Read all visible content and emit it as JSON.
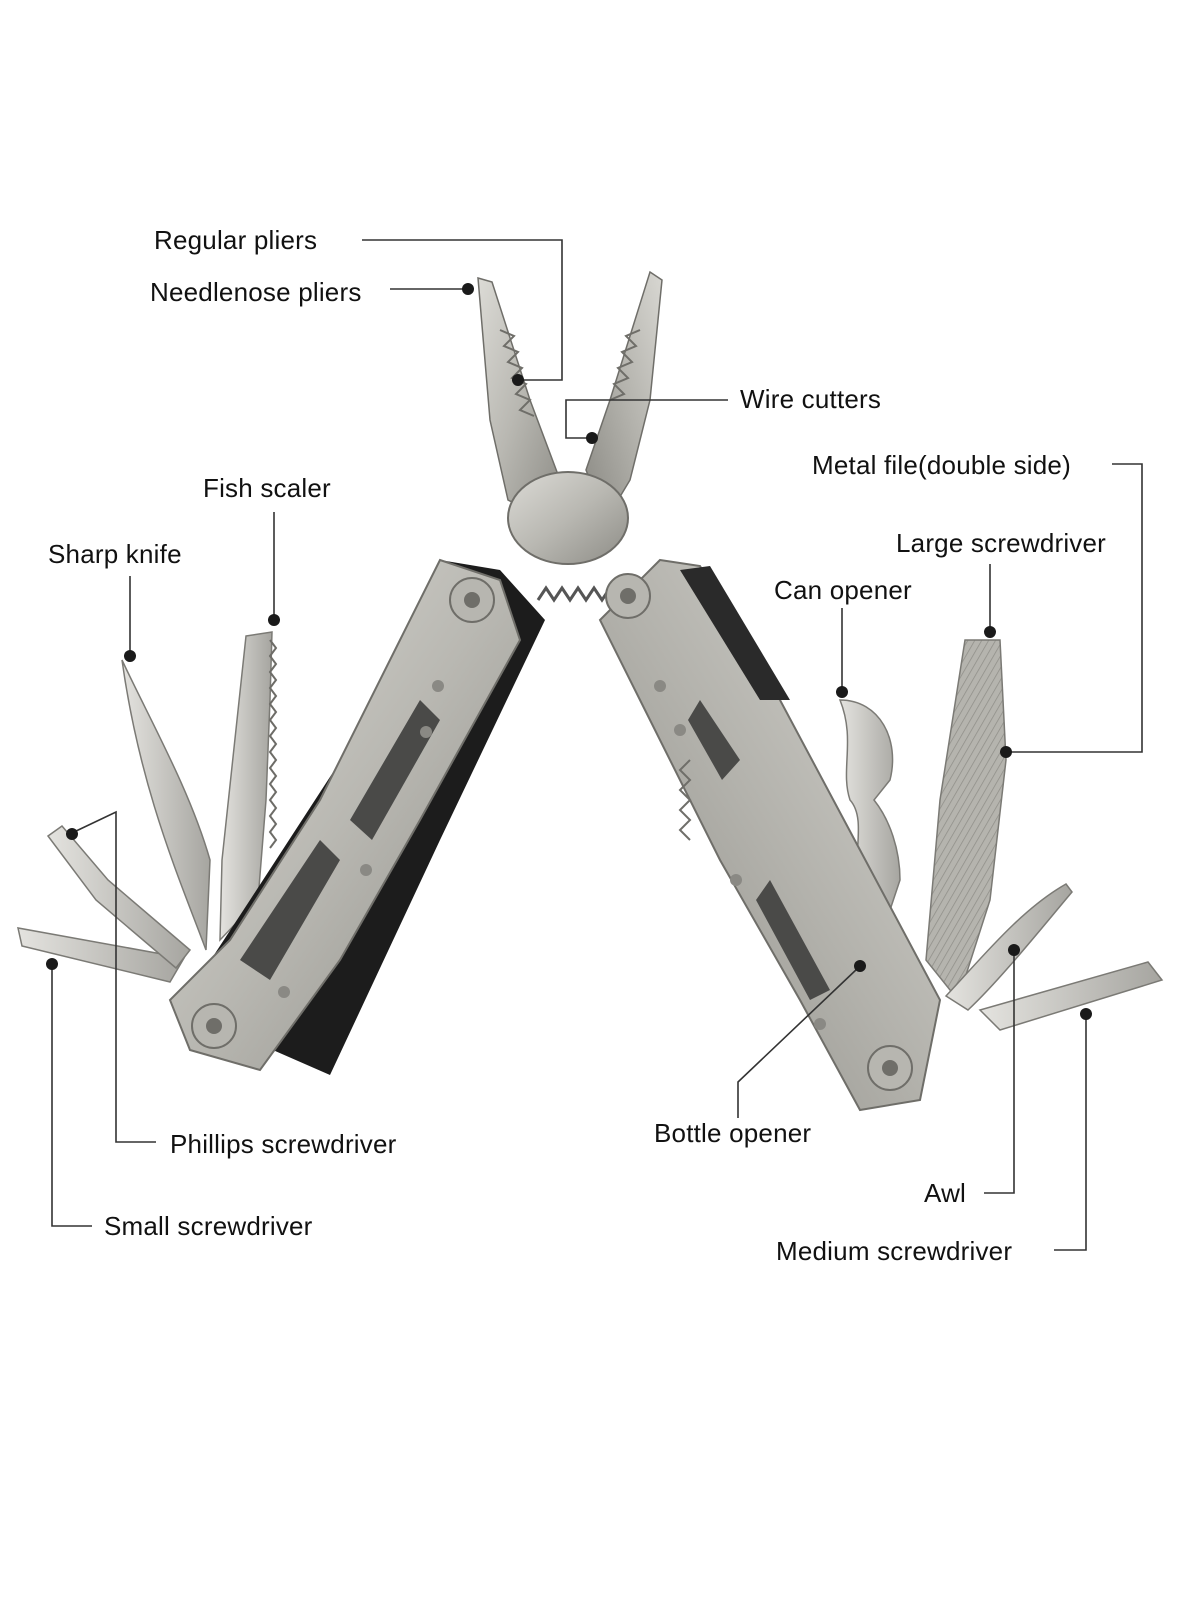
{
  "labels": {
    "regular_pliers": "Regular pliers",
    "needlenose_pliers": "Needlenose pliers",
    "wire_cutters": "Wire cutters",
    "metal_file": "Metal file(double side)",
    "fish_scaler": "Fish scaler",
    "sharp_knife": "Sharp knife",
    "large_screwdriver": "Large screwdriver",
    "can_opener": "Can opener",
    "phillips_screwdriver": "Phillips screwdriver",
    "small_screwdriver": "Small screwdriver",
    "bottle_opener": "Bottle opener",
    "awl": "Awl",
    "medium_screwdriver": "Medium screwdriver"
  },
  "colors": {
    "steel_light": "#c9c8c3",
    "steel_mid": "#a9a8a2",
    "steel_dark": "#6f6e69",
    "handle_black": "#1c1c1c",
    "leader": "#333333"
  }
}
